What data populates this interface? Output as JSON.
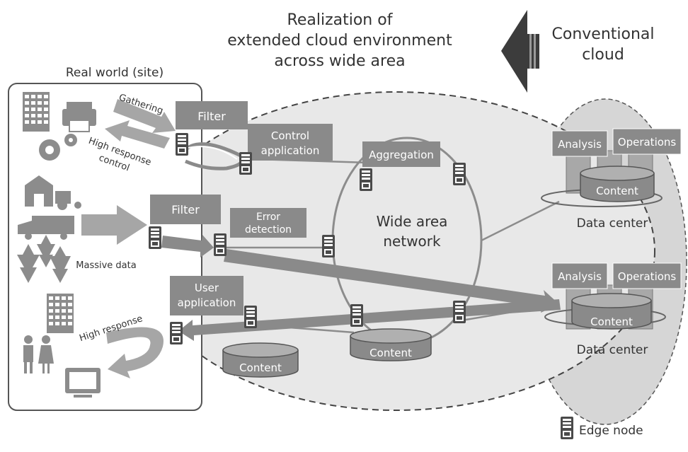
{
  "title": {
    "line1": "Realization of",
    "line2": "extended cloud environment",
    "line3": "across wide area"
  },
  "conventional": {
    "line1": "Conventional",
    "line2": "cloud"
  },
  "real_world": {
    "label": "Real world (site)"
  },
  "arrows": {
    "gathering": "Gathering",
    "high_response_control_1": "High response",
    "high_response_control_2": "control",
    "massive_data": "Massive data",
    "high_response": "High response"
  },
  "boxes": {
    "filter_top": "Filter",
    "control_app_1": "Control",
    "control_app_2": "application",
    "aggregation": "Aggregation",
    "filter_mid": "Filter",
    "error_detection_1": "Error",
    "error_detection_2": "detection",
    "user_app_1": "User",
    "user_app_2": "application",
    "analysis_1": "Analysis",
    "operations_1": "Operations",
    "content_dc1": "Content",
    "analysis_2": "Analysis",
    "operations_2": "Operations",
    "content_dc2": "Content",
    "content_center": "Content",
    "content_left": "Content"
  },
  "network": {
    "line1": "Wide area",
    "line2": "network"
  },
  "data_center_1": "Data center",
  "data_center_2": "Data center",
  "legend": {
    "edge_node": "Edge node"
  },
  "colors": {
    "cloud_fill": "#e6e6e6",
    "dc_fill": "#d4d4d4",
    "box_fill": "#8a8a8a",
    "arrow_fill": "#a6a6a6",
    "node_fill": "#5a5a5a"
  }
}
